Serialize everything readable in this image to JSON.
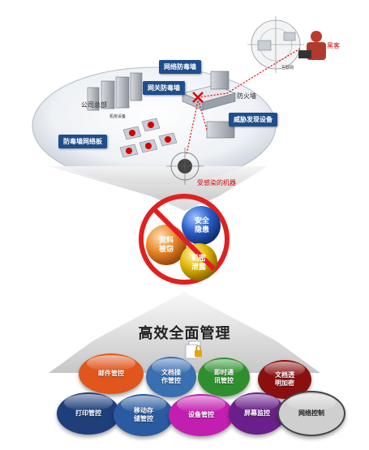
{
  "network": {
    "hq_label": "公司总部",
    "hq_sub": "机房设备",
    "firewall_label": "防火墙",
    "hacker_label": "黑客",
    "internet_label": "互联网",
    "infected_label": "受感染的机器",
    "callouts": {
      "net_firewall": "网络防毒墙",
      "gateway_av": "网关防毒墙",
      "av_platform": "防毒墙网络板",
      "threat_device": "威胁发现设备"
    }
  },
  "balls": {
    "security": "安全\n隐患",
    "data_leak": "资料\n被窃",
    "secret_leak": "机密\n泄露"
  },
  "management": {
    "title": "高效全面管理",
    "modules": [
      {
        "label": "邮件管控",
        "color": "#e0561d"
      },
      {
        "label": "文档操\n作管控",
        "color": "#3a6fb0"
      },
      {
        "label": "即时通\n讯管控",
        "color": "#2f8f2f"
      },
      {
        "label": "文档透\n明加密",
        "color": "#8a1010"
      },
      {
        "label": "打印管控",
        "color": "#1e3f7a"
      },
      {
        "label": "移动存\n储管控",
        "color": "#2a5aa0"
      },
      {
        "label": "设备管控",
        "color": "#c21fb0"
      },
      {
        "label": "屏幕监控",
        "color": "#6a1f8a"
      },
      {
        "label": "网络控制",
        "color": "#cfcfcf"
      }
    ]
  }
}
